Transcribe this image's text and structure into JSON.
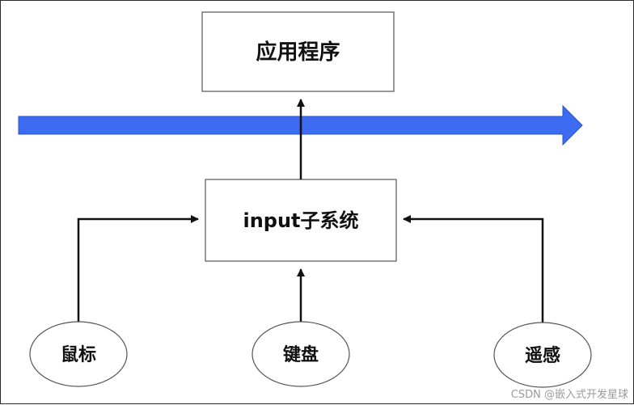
{
  "nodes": {
    "app": {
      "label": "应用程序"
    },
    "input_subsystem": {
      "label": "input子系统"
    },
    "mouse": {
      "label": "鼠标"
    },
    "keyboard": {
      "label": "键盘"
    },
    "remote": {
      "label": "遥感"
    }
  },
  "colors": {
    "band_arrow": "#3D6BF2",
    "stroke": "#111111",
    "box_border": "#555555"
  },
  "watermark": {
    "text": "CSDN @嵌入式开发星球"
  }
}
